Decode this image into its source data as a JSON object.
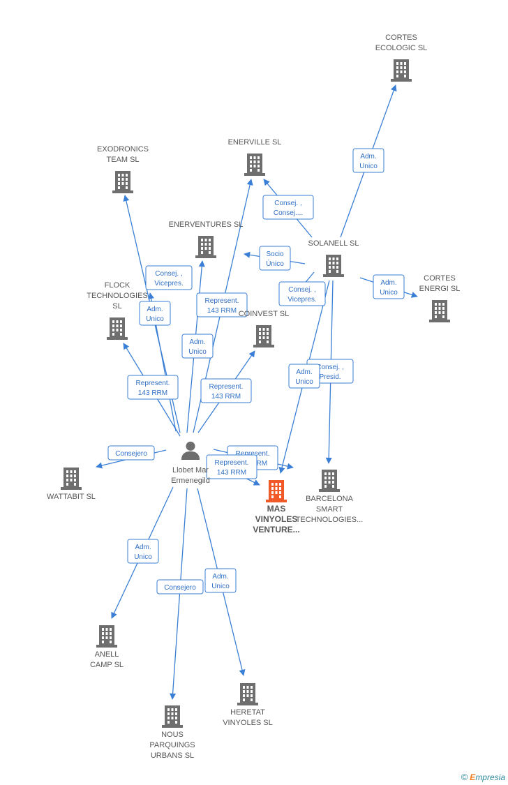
{
  "person": {
    "id": "p",
    "lines": [
      "Llobet Mar",
      "Ermenegild"
    ]
  },
  "nodes": [
    {
      "id": "cortes_ecologic",
      "lines": [
        "CORTES",
        "ECOLOGIC SL"
      ]
    },
    {
      "id": "enerville",
      "lines": [
        "ENERVILLE SL"
      ]
    },
    {
      "id": "exodronics",
      "lines": [
        "EXODRONICS",
        "TEAM  SL"
      ]
    },
    {
      "id": "enerventures",
      "lines": [
        "ENERVENTURES SL"
      ]
    },
    {
      "id": "solanell",
      "lines": [
        "SOLANELL SL"
      ]
    },
    {
      "id": "cortes_energi",
      "lines": [
        "CORTES",
        "ENERGI SL"
      ]
    },
    {
      "id": "flock",
      "lines": [
        "FLOCK",
        "TECHNOLOGIES",
        "SL"
      ]
    },
    {
      "id": "coinvest",
      "lines": [
        "COINVEST SL"
      ]
    },
    {
      "id": "wattabit",
      "lines": [
        "WATTABIT  SL"
      ]
    },
    {
      "id": "mas_vinyoles",
      "lines": [
        "MAS",
        "VINYOLES",
        "VENTURE..."
      ],
      "highlight": true
    },
    {
      "id": "barcelona_smart",
      "lines": [
        "BARCELONA",
        "SMART",
        "TECHNOLOGIES..."
      ]
    },
    {
      "id": "anell",
      "lines": [
        "ANELL",
        "CAMP  SL"
      ]
    },
    {
      "id": "nous",
      "lines": [
        "NOUS",
        "PARQUINGS",
        "URBANS SL"
      ]
    },
    {
      "id": "heretat",
      "lines": [
        "HERETAT",
        "VINYOLES  SL"
      ]
    }
  ],
  "edges": [
    {
      "id": "e1",
      "from": "solanell",
      "to": "cortes_ecologic",
      "lines": [
        "Adm.",
        "Unico"
      ]
    },
    {
      "id": "e2",
      "from": "solanell",
      "to": "enerville",
      "lines": [
        "Consej. ,",
        "Consej...."
      ]
    },
    {
      "id": "e3",
      "from": "solanell",
      "to": "enerventures",
      "lines": [
        "Socio",
        "Único"
      ]
    },
    {
      "id": "e4",
      "from": "solanell",
      "to": "cortes_energi",
      "lines": [
        "Adm.",
        "Unico"
      ]
    },
    {
      "id": "e5",
      "from": "solanell",
      "to": "coinvest",
      "lines": [
        "Consej. ,",
        "Vicepres."
      ]
    },
    {
      "id": "e6",
      "from": "solanell",
      "to": "barcelona_smart",
      "lines": [
        "Consej. ,",
        "Presid."
      ]
    },
    {
      "id": "e7",
      "from": "solanell",
      "to": "mas_vinyoles",
      "lines": [
        "Adm.",
        "Unico"
      ]
    },
    {
      "id": "e8",
      "from": "p",
      "to": "exodronics",
      "lines": [
        "Adm.",
        "Unico"
      ]
    },
    {
      "id": "e9",
      "from": "p",
      "to": "enerventures",
      "lines": [
        "Adm.",
        "Unico"
      ]
    },
    {
      "id": "e10",
      "from": "p",
      "to": "enerville",
      "lines": [
        "Represent.",
        "143 RRM"
      ]
    },
    {
      "id": "e11",
      "from": "p",
      "to": "flock",
      "lines": [
        "Represent.",
        "143 RRM"
      ]
    },
    {
      "id": "e12",
      "from": "p",
      "to": "coinvest",
      "lines": [
        "Represent.",
        "143 RRM"
      ]
    },
    {
      "id": "e13",
      "from": "p",
      "to": "enerventures",
      "lines": [
        "Consej. ,",
        "Vicepres."
      ]
    },
    {
      "id": "e14",
      "from": "p",
      "to": "wattabit",
      "lines": [
        "Consejero"
      ]
    },
    {
      "id": "e15",
      "from": "p",
      "to": "mas_vinyoles",
      "lines": [
        "Represent.",
        "143 RRM"
      ]
    },
    {
      "id": "e16",
      "from": "p",
      "to": "mas_vinyoles",
      "lines": [
        "Represent.",
        "143 RRM"
      ]
    },
    {
      "id": "e17",
      "from": "p",
      "to": "anell",
      "lines": [
        "Adm.",
        "Unico"
      ]
    },
    {
      "id": "e18",
      "from": "p",
      "to": "nous",
      "lines": [
        "Consejero"
      ]
    },
    {
      "id": "e19",
      "from": "p",
      "to": "heretat",
      "lines": [
        "Adm.",
        "Unico"
      ]
    }
  ],
  "colors": {
    "edge": "#3a7fd5",
    "building": "#6e6e6e",
    "highlight": "#f05a28",
    "label": "#555555"
  },
  "brand": {
    "copyright": "©",
    "first_letter": "E",
    "rest": "mpresia"
  }
}
